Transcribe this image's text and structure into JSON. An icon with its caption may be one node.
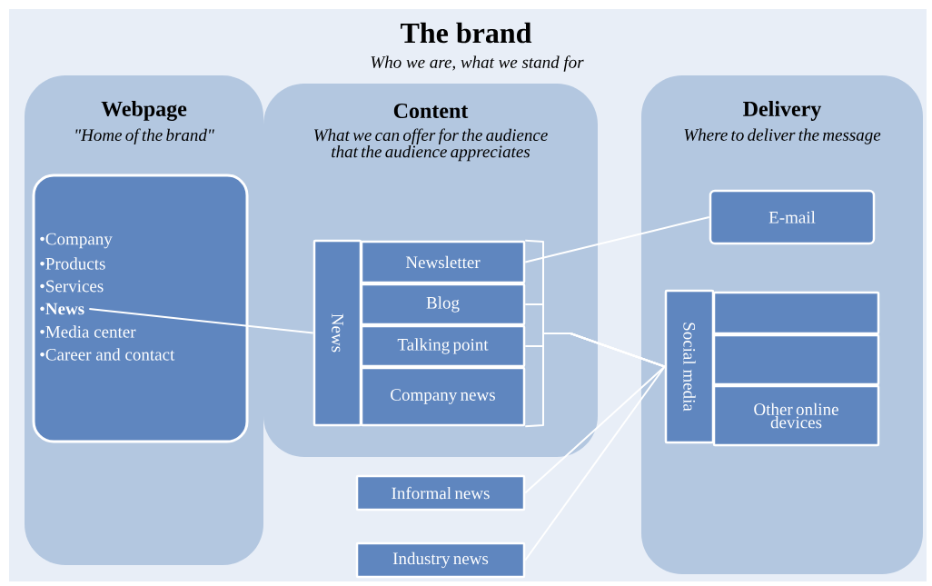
{
  "diagram": {
    "title": "The brand",
    "nodes": [
      {
        "text": [
          "Webpage",
          "\"Home of the brand\""
        ]
      },
      {
        "text": [
          "Content",
          "What we can offer for the audience that the audience appreciates"
        ]
      },
      {
        "text": [
          "Delivery",
          "Where to deliver the message"
        ]
      },
      {
        "text": [
          "•Company",
          "•Products",
          "•Services",
          "•**News**",
          "•Media center",
          "•Career and contact"
        ],
        "in": 0
      },
      {
        "text": [
          "News"
        ],
        "in": 1
      },
      {
        "text": [
          "Newsletter"
        ],
        "in": 1
      },
      {
        "text": [
          "Blog"
        ],
        "in": 1
      },
      {
        "text": [
          "Talking point"
        ],
        "in": 1
      },
      {
        "text": [
          "Company news"
        ],
        "in": 1
      },
      {
        "text": [
          "Informal news"
        ]
      },
      {
        "text": [
          "Industry news"
        ]
      },
      {
        "text": [
          "E-mail"
        ],
        "in": 2
      },
      {
        "text": [
          "Social media"
        ],
        "in": 2
      },
      {
        "text": [],
        "shape": "box",
        "in": 2
      },
      {
        "text": [],
        "shape": "box",
        "in": 2
      },
      {
        "text": [
          "Other online devices"
        ],
        "in": 2
      }
    ],
    "edges": [
      {
        "from": 3,
        "to": 4,
        "arrow": "none"
      },
      {
        "from": 5,
        "to": 11,
        "arrow": "none"
      },
      {
        "from": 5,
        "to": 12,
        "arrow": "none"
      },
      {
        "from": 6,
        "to": 12,
        "arrow": "none"
      },
      {
        "from": 7,
        "to": 12,
        "arrow": "none"
      },
      {
        "from": 8,
        "to": 12,
        "arrow": "none"
      },
      {
        "from": 9,
        "to": 12,
        "arrow": "none"
      },
      {
        "from": 10,
        "to": 12,
        "arrow": "none"
      }
    ],
    "labels": [
      "Who we are, what we stand for"
    ]
  }
}
